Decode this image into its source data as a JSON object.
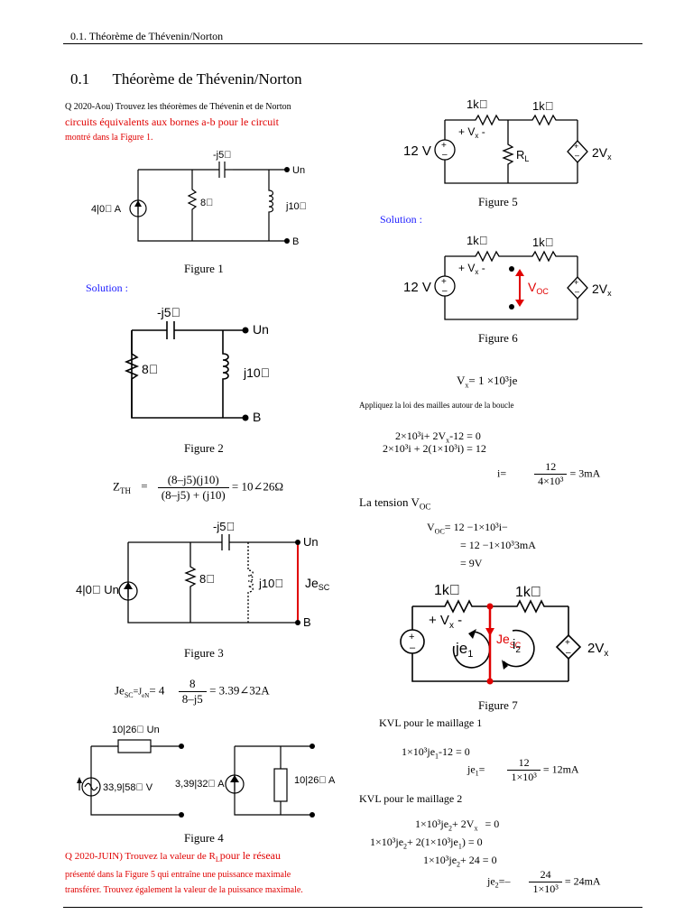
{
  "header": {
    "running_title": "0.1.   Théorème   de   Thévenin/Norton"
  },
  "section": {
    "number": "0.1",
    "title": "Théorème    de    Thévenin/Norton"
  },
  "q1": {
    "line1": "Q 2020-Aou) Trouvez les théorèmes de Thévenin et de Norton",
    "line2": "circuits équivalents aux bornes a-b pour le circuit",
    "line3": "montré dans la Figure 1."
  },
  "fig1": {
    "caption": "Figure 1",
    "source": "4|0⃝ A",
    "cap": "-j5⃝",
    "res": "8⃝",
    "ind": "j10⃝",
    "top": "Un",
    "bot": "B"
  },
  "solution_left": "Solution :",
  "fig2": {
    "caption": "Figure 2",
    "cap": "-j5⃝",
    "res": "8⃝",
    "ind": "j10⃝",
    "top": "Un",
    "bot": "B"
  },
  "zth": {
    "lhs": "Z",
    "sub": "TH",
    "eq": "=",
    "num": "(8–j5)(j10)",
    "den": "(8–j5) + (j10)",
    "rhs": "= 10∠26Ω"
  },
  "fig3": {
    "caption": "Figure 3",
    "source": "4|0⃝ Un",
    "cap": "-j5⃝",
    "res": "8⃝",
    "ind": "j10⃝",
    "top": "Un",
    "bot": "B",
    "jsc": "Je",
    "jsc_sub": "SC"
  },
  "jsc_eq": {
    "lhs": "Je",
    "lhs_sub": "SC",
    "mid": "=J",
    "mid_sub": "eN",
    "coef": "= 4",
    "num": "8",
    "den": "8–j5",
    "rhs": "= 3.39∠32A"
  },
  "fig4": {
    "caption": "Figure 4",
    "zth": "10|26⃝ Un",
    "vth": "33,9|58⃝ V",
    "in": "3,39|32⃝ A",
    "zn": "10|26⃝ A"
  },
  "q2": {
    "line1a": "Q 2020-JUIN) Trouvez la valeur de R",
    "line1sub": "L",
    "line1b": "pour le réseau",
    "line2": "présenté dans la Figure 5 qui entraîne une puissance maximale",
    "line3": "transférer. Trouvez également la valeur de la puissance maximale."
  },
  "fig5": {
    "caption": "Figure 5",
    "r1": "1k⃝",
    "r2": "1k⃝",
    "vs": "12 V",
    "vx": "+  V",
    "vx_sub": "x",
    "vx_end": " -",
    "rl": "R",
    "rl_sub": "L",
    "dep": "2V",
    "dep_sub": "x"
  },
  "solution_right": "Solution :",
  "fig6": {
    "caption": "Figure 6",
    "r1": "1k⃝",
    "r2": "1k⃝",
    "vs": "12 V",
    "vx": "+  V",
    "vx_sub": "x",
    "vx_end": " -",
    "voc": "V",
    "voc_sub": "OC",
    "dep": "2V",
    "dep_sub": "x"
  },
  "vx_eq": {
    "lhs": "V",
    "sub": "x",
    "rhs": "=   1    ×10³je"
  },
  "apply_line": "Appliquez la loi des mailles autour de la boucle",
  "loop_eq1": "2×10³i+ 2V",
  "loop_eq1_sub": "x",
  "loop_eq1_end": "-12 = 0",
  "loop_eq2": "2×10³i + 2(1×10³i) = 12",
  "i_eq": {
    "lhs": "i=",
    "num": "12",
    "den": "4×10³",
    "rhs": "= 3mA"
  },
  "voc_title": {
    "text": "La tension V",
    "sub": "OC"
  },
  "voc_eq1": {
    "lhs": "V",
    "sub": "OC",
    "rhs": "=   12    −1×10³i−"
  },
  "voc_eq2": "=   12    −1×10³3mA",
  "voc_eq3": "=   9V",
  "fig7": {
    "caption": "Figure 7",
    "r1": "1k⃝",
    "r2": "1k⃝",
    "vx": "+  V",
    "vx_sub": "x",
    "vx_end": " -",
    "je1": "je",
    "je1_sub": "1",
    "jesc": "Je",
    "jesc_sub": "SC",
    "i2": "i",
    "i2_sub": "2",
    "dep": "2V",
    "dep_sub": "x"
  },
  "kvl1": {
    "title": "KVL pour le maillage 1",
    "eq": "1×10³je",
    "eq_sub": "1",
    "eq_end": "-12 = 0",
    "lhs": "je",
    "lhs_sub": "1",
    "lhs_end": "=",
    "num": "12",
    "den": "1×10³",
    "rhs": "= 12mA"
  },
  "kvl2": {
    "title": "KVL pour le maillage 2",
    "eq1": "1×10³je",
    "eq1_sub": "2",
    "eq1_end": "+ 2V",
    "eq1_sub2": "x",
    "eq1_tail": "=   0",
    "eq2": "1×10³je",
    "eq2_sub": "2",
    "eq2_end": "+ 2(1×10³je",
    "eq2_sub2": "1",
    "eq2_tail": ")    =   0",
    "eq3": "1×10³je",
    "eq3_sub": "2",
    "eq3_end": "+ 24 = 0",
    "lhs": "je",
    "lhs_sub": "2",
    "lhs_end": "=–",
    "num": "24",
    "den": "1×10³",
    "rhs": "= 24mA"
  }
}
